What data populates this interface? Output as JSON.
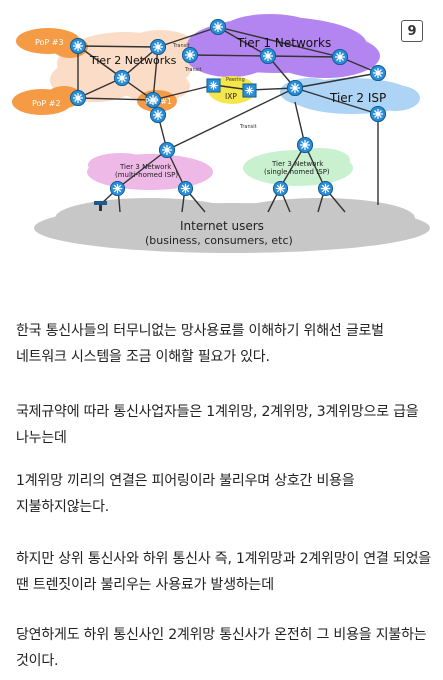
{
  "page_number": "9",
  "diagram": {
    "labels": {
      "pop3": "PoP #3",
      "pop2": "PoP #2",
      "pop1": "PoP #1",
      "tier2_networks": "Tier 2 Networks",
      "tier1_networks": "Tier 1 Networks",
      "tier2_isp": "Tier 2 ISP",
      "peering": "Peering",
      "ixp": "IXP",
      "transit_1": "Transit",
      "transit_2": "Transit",
      "transit_3": "Transit",
      "tier3_multi_line1": "Tier 3 Network",
      "tier3_multi_line2": "(multi-homed ISP)",
      "tier3_single_line1": "Tier 3 Network",
      "tier3_single_line2": "(single homed ISP)",
      "internet_users_line1": "Internet users",
      "internet_users_line2": "(business, consumers, etc)"
    },
    "colors": {
      "pop": "#f59a45",
      "tier2_cloud": "#fbdcc6",
      "tier1": "#b385f0",
      "tier2_isp": "#add4f4",
      "ixp": "#f6e64a",
      "tier3_multi": "#eeb9e6",
      "tier3_single": "#c9f0cf",
      "internet": "#c7c7c7",
      "router": "#2a8ed6"
    }
  },
  "paragraphs": [
    "한국 통신사들의 터무니없는 망사용료를 이해하기 위해선 글로벌 네트워크 시스템을 조금 이해할 필요가 있다.",
    "국제규약에 따라 통신사업자들은 1계위망, 2계위망, 3계위망으로 급을 나누는데",
    "1계위망 끼리의 연결은 피어링이라 불리우며 상호간 비용을 지불하지않는다.",
    "하지만 상위 통신사와 하위 통신사 즉, 1계위망과 2계위망이 연결 되었을 땐 트렌짓이라 불리우는 사용료가 발생하는데",
    "당연하게도 하위 통신사인 2계위망 통신사가 온전히 그 비용을 지불하는 것이다."
  ]
}
